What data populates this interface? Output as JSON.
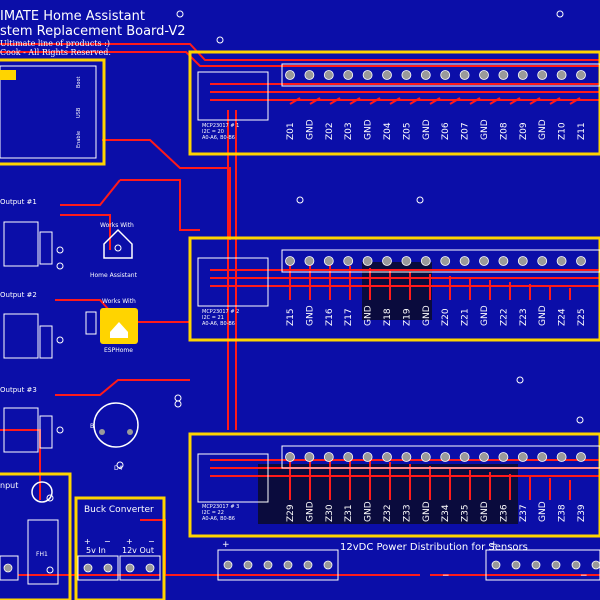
{
  "title": {
    "line1": "IMATE Home Assistant",
    "line2": "stem Replacement Board-V2",
    "line3": "Ultimate line of products :)",
    "line4": "Cook - All Rights Reserved."
  },
  "esp_module": {
    "boot_label": "Boot",
    "usb_label": "USB",
    "enable_label": "Enable"
  },
  "outputs": [
    "Output #1",
    "Output #2",
    "Output #3"
  ],
  "input_label": "nput",
  "logos": {
    "home_assistant": {
      "top": "Works With",
      "bottom": "Home Assistant"
    },
    "esphome": {
      "top": "Works With",
      "bottom": "ESPHome"
    }
  },
  "buzzer_ref": "B",
  "diode_ref": "D4",
  "fuse_ref": "FH1",
  "buck": {
    "title": "Buck Converter",
    "in_label": "5v In",
    "out_label": "12v Out",
    "plus_in": "+",
    "minus_in": "−",
    "plus_out": "+",
    "minus_out": "−"
  },
  "power_title": "12vDC Power Distribution for Sensors",
  "power_signs": [
    "+",
    "−",
    "+",
    "−"
  ],
  "chips": [
    {
      "name": "MCP23017 # 1",
      "addr": "I2C = 20",
      "pins": "A0-A6, B0-B6",
      "terminals": [
        "Z01",
        "GND",
        "Z02",
        "Z03",
        "GND",
        "Z04",
        "Z05",
        "GND",
        "Z06",
        "Z07",
        "GND",
        "Z08",
        "Z09",
        "GND",
        "Z10",
        "Z11"
      ]
    },
    {
      "name": "MCP23017 # 2",
      "addr": "I2C = 21",
      "pins": "A0-A6, B0-B6",
      "terminals": [
        "Z15",
        "GND",
        "Z16",
        "Z17",
        "GND",
        "Z18",
        "Z19",
        "GND",
        "Z20",
        "Z21",
        "GND",
        "Z22",
        "Z23",
        "GND",
        "Z24",
        "Z25"
      ]
    },
    {
      "name": "MCP23017 # 3",
      "addr": "I2C = 22",
      "pins": "A0-A6, B0-B6",
      "terminals": [
        "Z29",
        "GND",
        "Z30",
        "Z31",
        "GND",
        "Z32",
        "Z33",
        "GND",
        "Z34",
        "Z35",
        "GND",
        "Z36",
        "Z37",
        "GND",
        "Z38",
        "Z39"
      ]
    }
  ],
  "colors": {
    "board": "#0b0ea8",
    "copper": "#ff1a1a",
    "outline": "#ffd400",
    "silk": "#ffffff",
    "pad": "#9a9a9a",
    "pour": "#0a0a2a"
  }
}
